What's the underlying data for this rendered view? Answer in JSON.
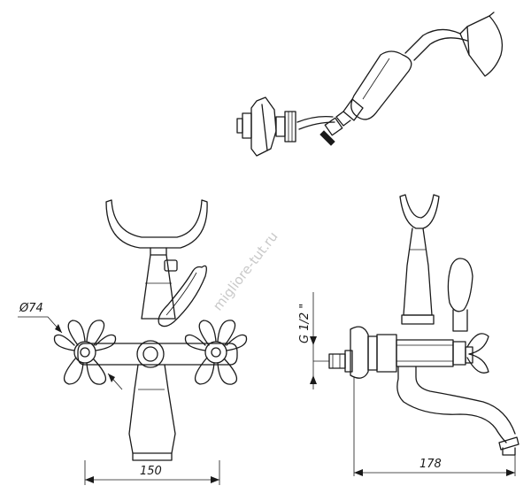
{
  "dimensions": {
    "diameter_label": "Ø74",
    "thread_label": "G 1/2 \"",
    "width_label": "150",
    "depth_label": "178"
  },
  "watermark": "migliore-tut.ru"
}
